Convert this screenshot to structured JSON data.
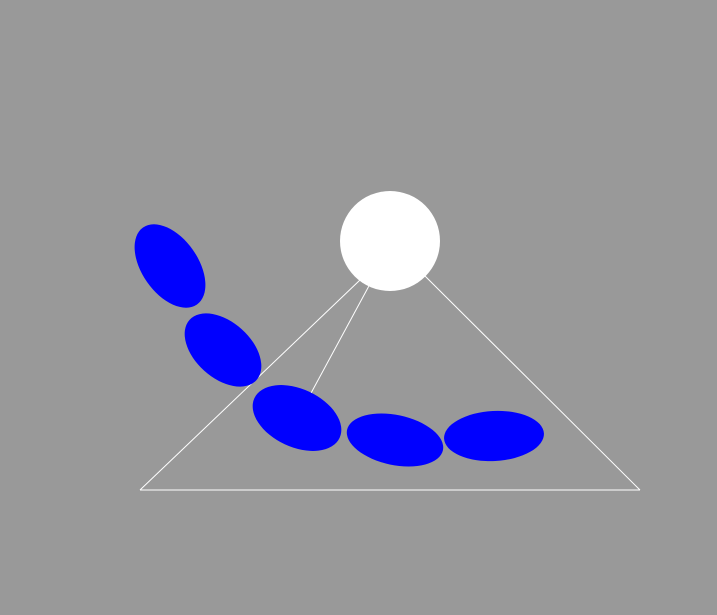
{
  "colors": {
    "background": "#999999",
    "ball": "#ffffff",
    "lines": "#ffffff",
    "segments": "#0000ff"
  },
  "scene": {
    "ball": {
      "shape": "circle"
    },
    "segments": [
      {
        "id": "segment-1"
      },
      {
        "id": "segment-2"
      },
      {
        "id": "segment-3"
      },
      {
        "id": "segment-4"
      },
      {
        "id": "segment-5"
      }
    ]
  }
}
